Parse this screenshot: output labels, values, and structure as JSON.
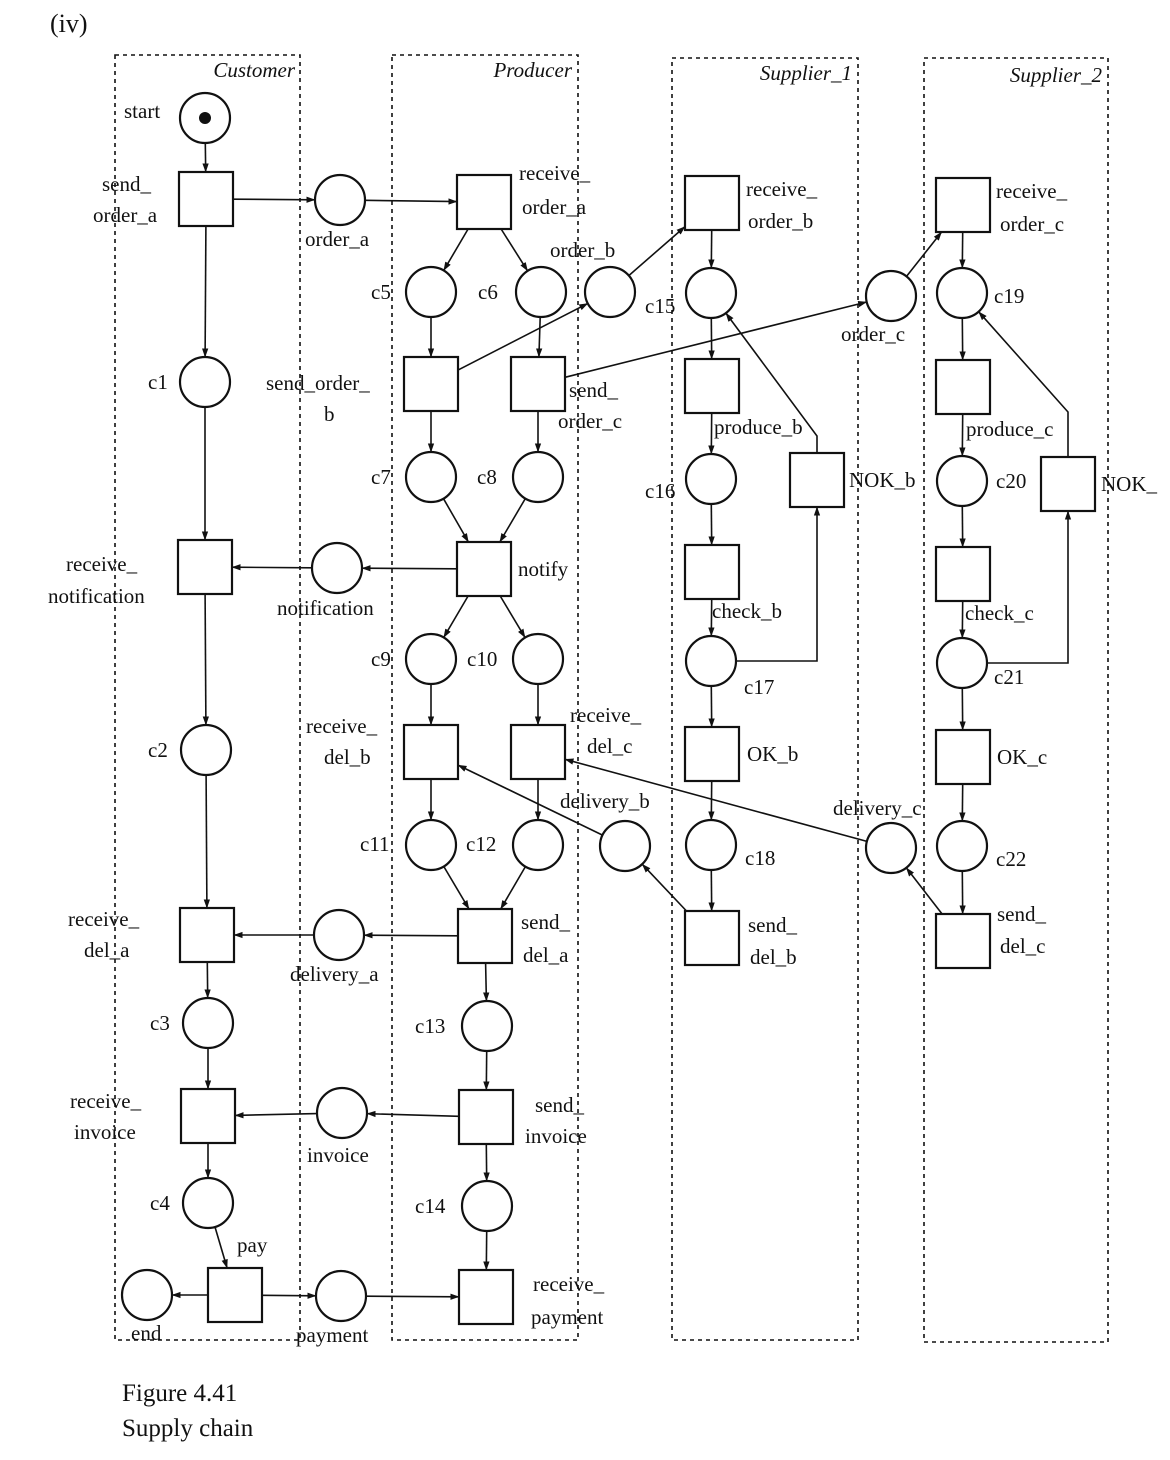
{
  "figure_marker": "(iv)",
  "caption": {
    "number": "Figure 4.41",
    "title": "Supply chain"
  },
  "lanes": {
    "customer": "Customer",
    "producer": "Producer",
    "supplier_1": "Supplier_1",
    "supplier_2": "Supplier_2"
  },
  "places": {
    "start": [
      "start"
    ],
    "order_a": [
      "order_a"
    ],
    "c1": [
      "c1"
    ],
    "notification": [
      "notification"
    ],
    "c2": [
      "c2"
    ],
    "delivery_a": [
      "delivery_a"
    ],
    "c3": [
      "c3"
    ],
    "invoice": [
      "invoice"
    ],
    "c4": [
      "c4"
    ],
    "end": [
      "end"
    ],
    "payment": [
      "payment"
    ],
    "c5": [
      "c5"
    ],
    "c6": [
      "c6"
    ],
    "order_b": [
      "order_b"
    ],
    "c7": [
      "c7"
    ],
    "c8": [
      "c8"
    ],
    "c9": [
      "c9"
    ],
    "c10": [
      "c10"
    ],
    "c11": [
      "c11"
    ],
    "c12": [
      "c12"
    ],
    "delivery_b": [
      "delivery_b"
    ],
    "c13": [
      "c13"
    ],
    "c14": [
      "c14"
    ],
    "c15": [
      "c15"
    ],
    "order_c": [
      "order_c"
    ],
    "c16": [
      "c16"
    ],
    "c17": [
      "c17"
    ],
    "c18": [
      "c18"
    ],
    "delivery_c": [
      "delivery_c"
    ],
    "c19": [
      "c19"
    ],
    "c20": [
      "c20"
    ],
    "c21": [
      "c21"
    ],
    "c22": [
      "c22"
    ]
  },
  "transitions": {
    "send_order_a": [
      "send_",
      "order_a"
    ],
    "receive_notification": [
      "receive_",
      "notification"
    ],
    "receive_del_a": [
      "receive_",
      "del_a"
    ],
    "receive_invoice": [
      "receive_",
      "invoice"
    ],
    "pay": [
      "pay"
    ],
    "receive_order_a": [
      "receive_",
      "order_a"
    ],
    "send_order_b": [
      "send_order_",
      "b"
    ],
    "send_order_c": [
      "send_",
      "order_c"
    ],
    "notify": [
      "notify"
    ],
    "receive_del_b": [
      "receive_",
      "del_b"
    ],
    "receive_del_c": [
      "receive_",
      "del_c"
    ],
    "send_del_a": [
      "send_",
      "del_a"
    ],
    "send_invoice": [
      "send_",
      "invoice"
    ],
    "receive_payment": [
      "receive_",
      "payment"
    ],
    "receive_order_b": [
      "receive_",
      "order_b"
    ],
    "produce_b": [
      "produce_b"
    ],
    "NOK_b": [
      "NOK_b"
    ],
    "check_b": [
      "check_b"
    ],
    "OK_b": [
      "OK_b"
    ],
    "send_del_b": [
      "send_",
      "del_b"
    ],
    "receive_order_c": [
      "receive_",
      "order_c"
    ],
    "produce_c": [
      "produce_c"
    ],
    "NOK_c": [
      "NOK_"
    ],
    "check_c": [
      "check_c"
    ],
    "OK_c": [
      "OK_c"
    ],
    "send_del_c": [
      "send_",
      "del_c"
    ]
  },
  "initial_marking": [
    "start"
  ],
  "arcs": [
    [
      "start",
      "send_order_a"
    ],
    [
      "send_order_a",
      "order_a"
    ],
    [
      "send_order_a",
      "c1"
    ],
    [
      "order_a",
      "receive_order_a"
    ],
    [
      "receive_order_a",
      "c5"
    ],
    [
      "receive_order_a",
      "c6"
    ],
    [
      "c5",
      "send_order_b"
    ],
    [
      "c6",
      "send_order_c"
    ],
    [
      "send_order_b",
      "order_b"
    ],
    [
      "send_order_b",
      "c7"
    ],
    [
      "send_order_c",
      "order_c"
    ],
    [
      "send_order_c",
      "c8"
    ],
    [
      "c7",
      "notify"
    ],
    [
      "c8",
      "notify"
    ],
    [
      "notify",
      "notification"
    ],
    [
      "notify",
      "c9"
    ],
    [
      "notify",
      "c10"
    ],
    [
      "notification",
      "receive_notification"
    ],
    [
      "c1",
      "receive_notification"
    ],
    [
      "receive_notification",
      "c2"
    ],
    [
      "c9",
      "receive_del_b"
    ],
    [
      "c10",
      "receive_del_c"
    ],
    [
      "delivery_b",
      "receive_del_b"
    ],
    [
      "delivery_c",
      "receive_del_c"
    ],
    [
      "receive_del_b",
      "c11"
    ],
    [
      "receive_del_c",
      "c12"
    ],
    [
      "c11",
      "send_del_a"
    ],
    [
      "c12",
      "send_del_a"
    ],
    [
      "send_del_a",
      "delivery_a"
    ],
    [
      "send_del_a",
      "c13"
    ],
    [
      "delivery_a",
      "receive_del_a"
    ],
    [
      "c2",
      "receive_del_a"
    ],
    [
      "receive_del_a",
      "c3"
    ],
    [
      "c3",
      "receive_invoice"
    ],
    [
      "c13",
      "send_invoice"
    ],
    [
      "send_invoice",
      "invoice"
    ],
    [
      "send_invoice",
      "c14"
    ],
    [
      "invoice",
      "receive_invoice"
    ],
    [
      "receive_invoice",
      "c4"
    ],
    [
      "c4",
      "pay"
    ],
    [
      "pay",
      "end"
    ],
    [
      "pay",
      "payment"
    ],
    [
      "payment",
      "receive_payment"
    ],
    [
      "c14",
      "receive_payment"
    ],
    [
      "order_b",
      "receive_order_b"
    ],
    [
      "receive_order_b",
      "c15"
    ],
    [
      "c15",
      "produce_b"
    ],
    [
      "produce_b",
      "c16"
    ],
    [
      "c16",
      "check_b"
    ],
    [
      "check_b",
      "c17"
    ],
    [
      "c17",
      "NOK_b"
    ],
    [
      "NOK_b",
      "c15"
    ],
    [
      "c17",
      "OK_b"
    ],
    [
      "OK_b",
      "c18"
    ],
    [
      "c18",
      "send_del_b"
    ],
    [
      "send_del_b",
      "delivery_b"
    ],
    [
      "order_c",
      "receive_order_c"
    ],
    [
      "receive_order_c",
      "c19"
    ],
    [
      "c19",
      "produce_c"
    ],
    [
      "produce_c",
      "c20"
    ],
    [
      "c20",
      "check_c"
    ],
    [
      "check_c",
      "c21"
    ],
    [
      "c21",
      "NOK_c"
    ],
    [
      "NOK_c",
      "c19"
    ],
    [
      "c21",
      "OK_c"
    ],
    [
      "OK_c",
      "c22"
    ],
    [
      "c22",
      "send_del_c"
    ],
    [
      "send_del_c",
      "delivery_c"
    ]
  ]
}
